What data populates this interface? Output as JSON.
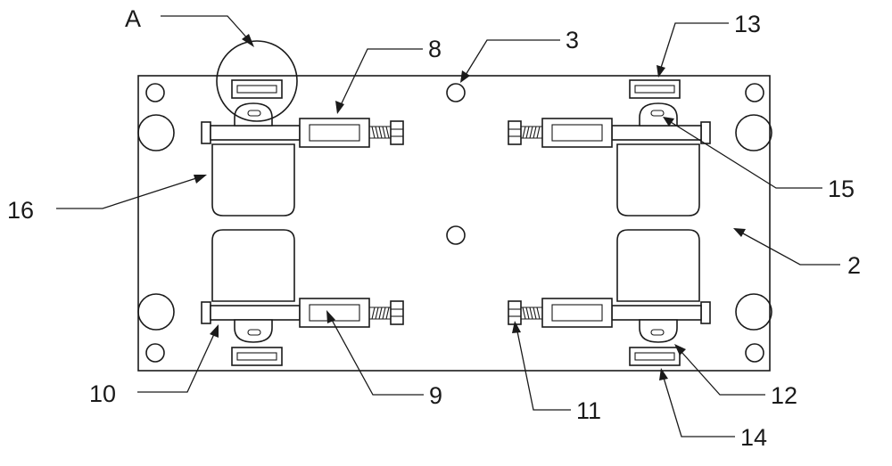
{
  "figure": {
    "labels": [
      {
        "id": "A",
        "text": "A"
      },
      {
        "id": "8",
        "text": "8"
      },
      {
        "id": "3",
        "text": "3"
      },
      {
        "id": "13",
        "text": "13"
      },
      {
        "id": "16",
        "text": "16"
      },
      {
        "id": "15",
        "text": "15"
      },
      {
        "id": "2",
        "text": "2"
      },
      {
        "id": "10",
        "text": "10"
      },
      {
        "id": "9",
        "text": "9"
      },
      {
        "id": "11",
        "text": "11"
      },
      {
        "id": "12",
        "text": "12"
      },
      {
        "id": "14",
        "text": "14"
      }
    ]
  }
}
